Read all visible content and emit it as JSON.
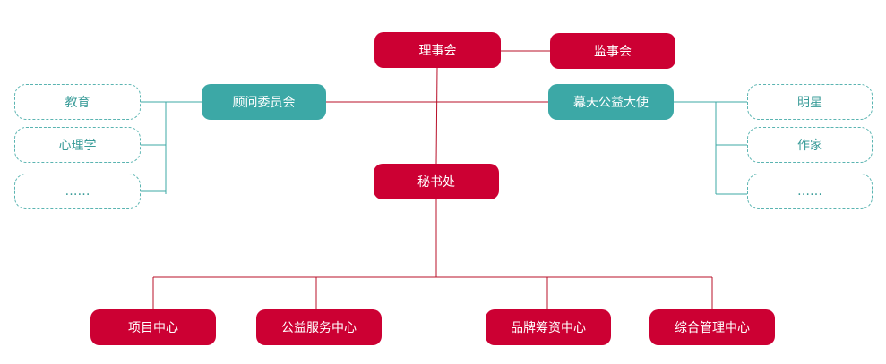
{
  "colors": {
    "primary_red": "#cc0033",
    "teal": "#3ca8a6",
    "teal_dashed": "#5ab4b1",
    "line_red": "#b8102a",
    "line_teal": "#3ca8a6"
  },
  "nodes": {
    "board": "理事会",
    "supervisory": "监事会",
    "advisory": "顾问委员会",
    "ambassador": "幕天公益大使",
    "secretariat": "秘书处",
    "advisory_members": [
      "教育",
      "心理学",
      "……"
    ],
    "ambassador_members": [
      "明星",
      "作家",
      "……"
    ],
    "centers": [
      "项目中心",
      "公益服务中心",
      "品牌筹资中心",
      "综合管理中心"
    ]
  }
}
